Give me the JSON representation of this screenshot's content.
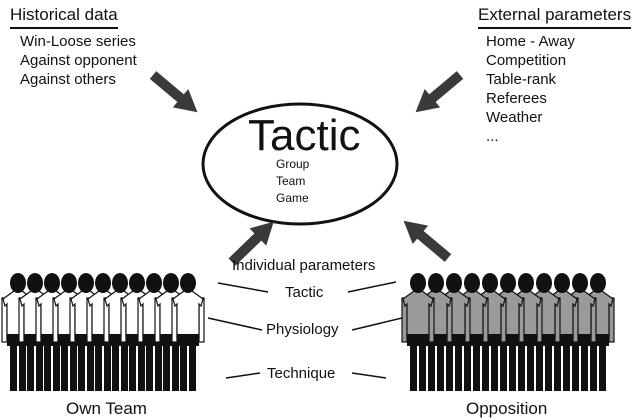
{
  "historical": {
    "title": "Historical data",
    "items": [
      "Win-Loose series",
      "Against opponent",
      "Against others"
    ]
  },
  "external": {
    "title": "External parameters",
    "items": [
      "Home - Away",
      "Competition",
      "Table-rank",
      "Referees",
      "Weather",
      "..."
    ]
  },
  "center": {
    "title": "Tactic",
    "items": [
      "Group",
      "Team",
      "Game"
    ]
  },
  "individual": {
    "title": "Individual parameters",
    "items": [
      "Tactic",
      "Physiology",
      "Technique"
    ]
  },
  "own_team": {
    "label": "Own Team",
    "shirt_color": "#ffffff"
  },
  "opposition": {
    "label": "Opposition",
    "shirt_color": "#9a9a9a"
  },
  "colors": {
    "ink": "#111111",
    "arrow": "#3a3a3a"
  }
}
